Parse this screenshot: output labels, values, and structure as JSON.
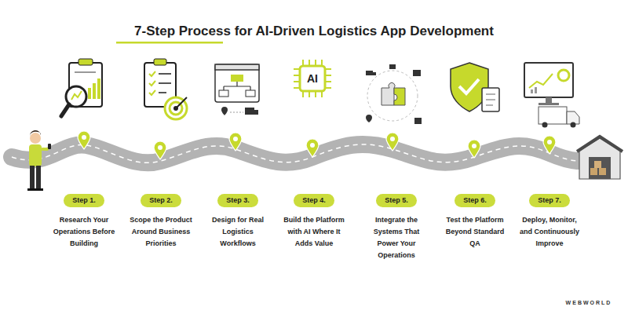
{
  "diagram": {
    "title": "7-Step Process for AI-Driven Logistics App Development",
    "nodes": [
      {
        "text": [
          "Step 1.",
          "Research Your Operations Before Building"
        ]
      },
      {
        "text": [
          "Step 2.",
          "Scope the Product Around Business Priorities"
        ]
      },
      {
        "text": [
          "Step 3.",
          "Design for Real Logistics Workflows"
        ]
      },
      {
        "text": [
          "Step 4.",
          "Build the Platform with AI Where It Adds Value"
        ]
      },
      {
        "text": [
          "Step 5.",
          "Integrate the Systems That Power Your Operations"
        ]
      },
      {
        "text": [
          "Step 6.",
          "Test the Platform Beyond Standard QA"
        ]
      },
      {
        "text": [
          "Step 7.",
          "Deploy, Monitor, and Continuously Improve"
        ]
      }
    ],
    "labels": [
      "AI",
      "WEBWORLD"
    ]
  }
}
